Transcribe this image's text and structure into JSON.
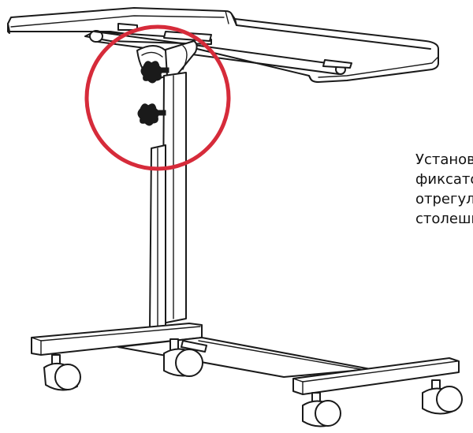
{
  "caption": {
    "lines": [
      "Установите",
      "фиксатор и",
      "отрегулируйте",
      "столешницу"
    ]
  },
  "colors": {
    "highlight_circle": "#d62b3a",
    "line_art": "#1a1a1a",
    "background": "#ffffff"
  }
}
